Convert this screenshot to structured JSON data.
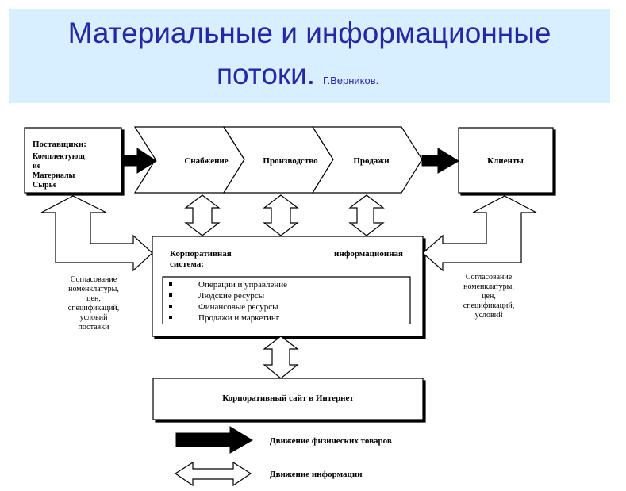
{
  "title": {
    "line1": "Материальные и информационные",
    "line2": "потоки.",
    "author": "Г.Верников."
  },
  "suppliers": {
    "lines": [
      "Поставщики:",
      "Комплектующ",
      "ие",
      "Материалы",
      "Сырье"
    ]
  },
  "chain": [
    "Снабжение",
    "Производство",
    "Продажи"
  ],
  "clients": "Клиенты",
  "cis": {
    "title_left": "Корпоративная",
    "title_right": "информационная",
    "title_line2": "система:",
    "items": [
      "Операции и управление",
      "Людские ресурсы",
      "Финансовые ресурсы",
      "Продажи и маркетинг"
    ]
  },
  "left_note": [
    "Согласование",
    "номенклатуры,",
    "цен,",
    "спецификаций,",
    "условий",
    "поставки"
  ],
  "right_note": [
    "Согласование",
    "номенклатуры,",
    "цен,",
    "спецификаций,",
    "условий"
  ],
  "website": "Корпоративный сайт в Интернет",
  "legend": {
    "physical": "Движение физических товаров",
    "information": "Движение информации"
  }
}
